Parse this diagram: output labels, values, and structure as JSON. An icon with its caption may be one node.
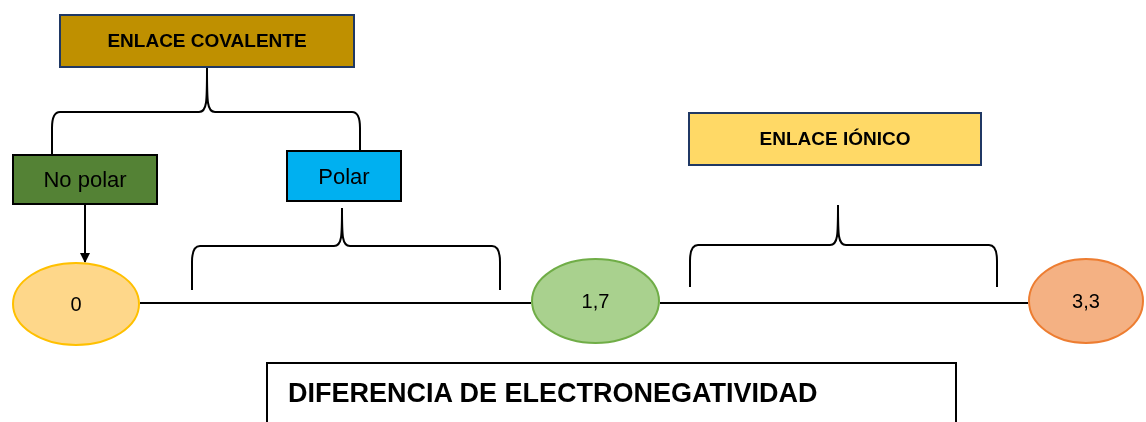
{
  "diagram": {
    "nodes": [
      {
        "text": [
          "ENLACE COVALENTE"
        ]
      },
      {
        "text": [
          "No polar"
        ]
      },
      {
        "text": [
          "Polar"
        ]
      },
      {
        "text": [
          "ENLACE IÓNICO"
        ]
      },
      {
        "text": [
          "0"
        ]
      },
      {
        "text": [
          "1,7"
        ]
      },
      {
        "text": [
          "3,3"
        ]
      },
      {
        "text": [
          "DIFERENCIA DE ELECTRONEGATIVIDAD"
        ]
      }
    ],
    "edges": [
      {
        "from": 0,
        "to": 1,
        "arrow": "none"
      },
      {
        "from": 0,
        "to": 2,
        "arrow": "none"
      },
      {
        "from": 1,
        "to": 4,
        "arrow": "to"
      },
      {
        "from": 4,
        "to": 5,
        "arrow": "none"
      },
      {
        "from": 5,
        "to": 6,
        "arrow": "none"
      }
    ]
  }
}
